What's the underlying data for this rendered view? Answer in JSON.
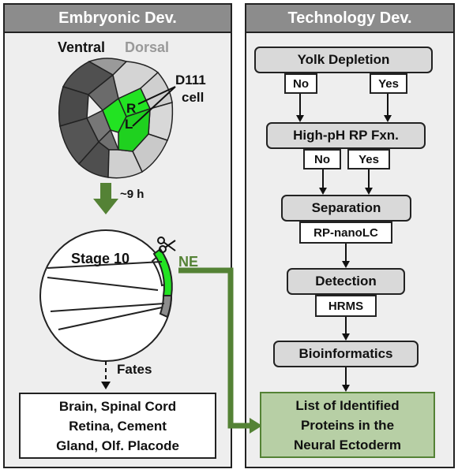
{
  "left_panel": {
    "title": "Embryonic Dev.",
    "ventral_label": "Ventral",
    "dorsal_label": "Dorsal",
    "cell_label_line1": "D111",
    "cell_label_line2": "cell",
    "cell_r": "R",
    "cell_l": "L",
    "time_label": "~9 h",
    "stage_label": "Stage 10",
    "ne_label": "NE",
    "fates_label": "Fates",
    "fates_lines": [
      "Brain, Spinal Cord",
      "Retina, Cement",
      "Gland, Olf. Placode"
    ]
  },
  "right_panel": {
    "title": "Technology Dev.",
    "yolk_depletion": "Yolk Depletion",
    "yolk_no": "No",
    "yolk_yes": "Yes",
    "high_ph": "High-pH RP Fxn.",
    "hph_no": "No",
    "hph_yes": "Yes",
    "separation": "Separation",
    "separation_method": "RP-nanoLC",
    "detection": "Detection",
    "detection_method": "HRMS",
    "bioinformatics": "Bioinformatics",
    "result_lines": [
      "List of Identified",
      "Proteins in the",
      "Neural Ectoderm"
    ]
  },
  "colors": {
    "header_gray": "#8c8c8c",
    "panel_bg": "#eeeeee",
    "box_gray": "#d9d9d9",
    "cell_green": "#22e322",
    "arrow_green": "#548235",
    "result_fill": "#b7cfa5",
    "dark_cell": "#505050",
    "light_cell": "#cccccc"
  },
  "icons": {
    "scissors": "scissors-icon"
  }
}
